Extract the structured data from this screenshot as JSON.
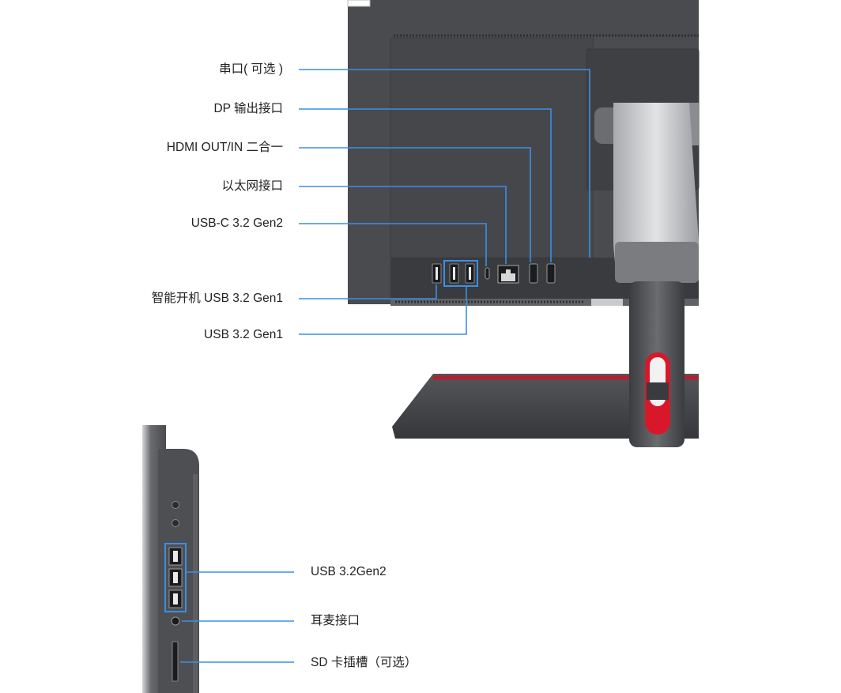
{
  "rear_panel": {
    "labels": [
      {
        "id": "serial",
        "text": "串口( 可选 )"
      },
      {
        "id": "dp",
        "text": "DP 输出接口"
      },
      {
        "id": "hdmi",
        "text": "HDMI OUT/IN 二合一"
      },
      {
        "id": "ethernet",
        "text": "以太网接口"
      },
      {
        "id": "usbc",
        "text": "USB-C 3.2 Gen2"
      },
      {
        "id": "smart-usb",
        "text": "智能开机 USB 3.2 Gen1"
      },
      {
        "id": "usb-gen1",
        "text": "USB 3.2 Gen1"
      }
    ]
  },
  "side_panel": {
    "labels": [
      {
        "id": "usb-gen2",
        "text": "USB 3.2Gen2"
      },
      {
        "id": "audio",
        "text": "耳麦接口"
      },
      {
        "id": "sd",
        "text": "SD 卡插槽（可选）"
      }
    ]
  },
  "colors": {
    "leader_line": "#3b8fe6",
    "highlight_box": "#3b8fe6",
    "chassis": "#4a4b4f",
    "stand_red": "#d8182a"
  }
}
